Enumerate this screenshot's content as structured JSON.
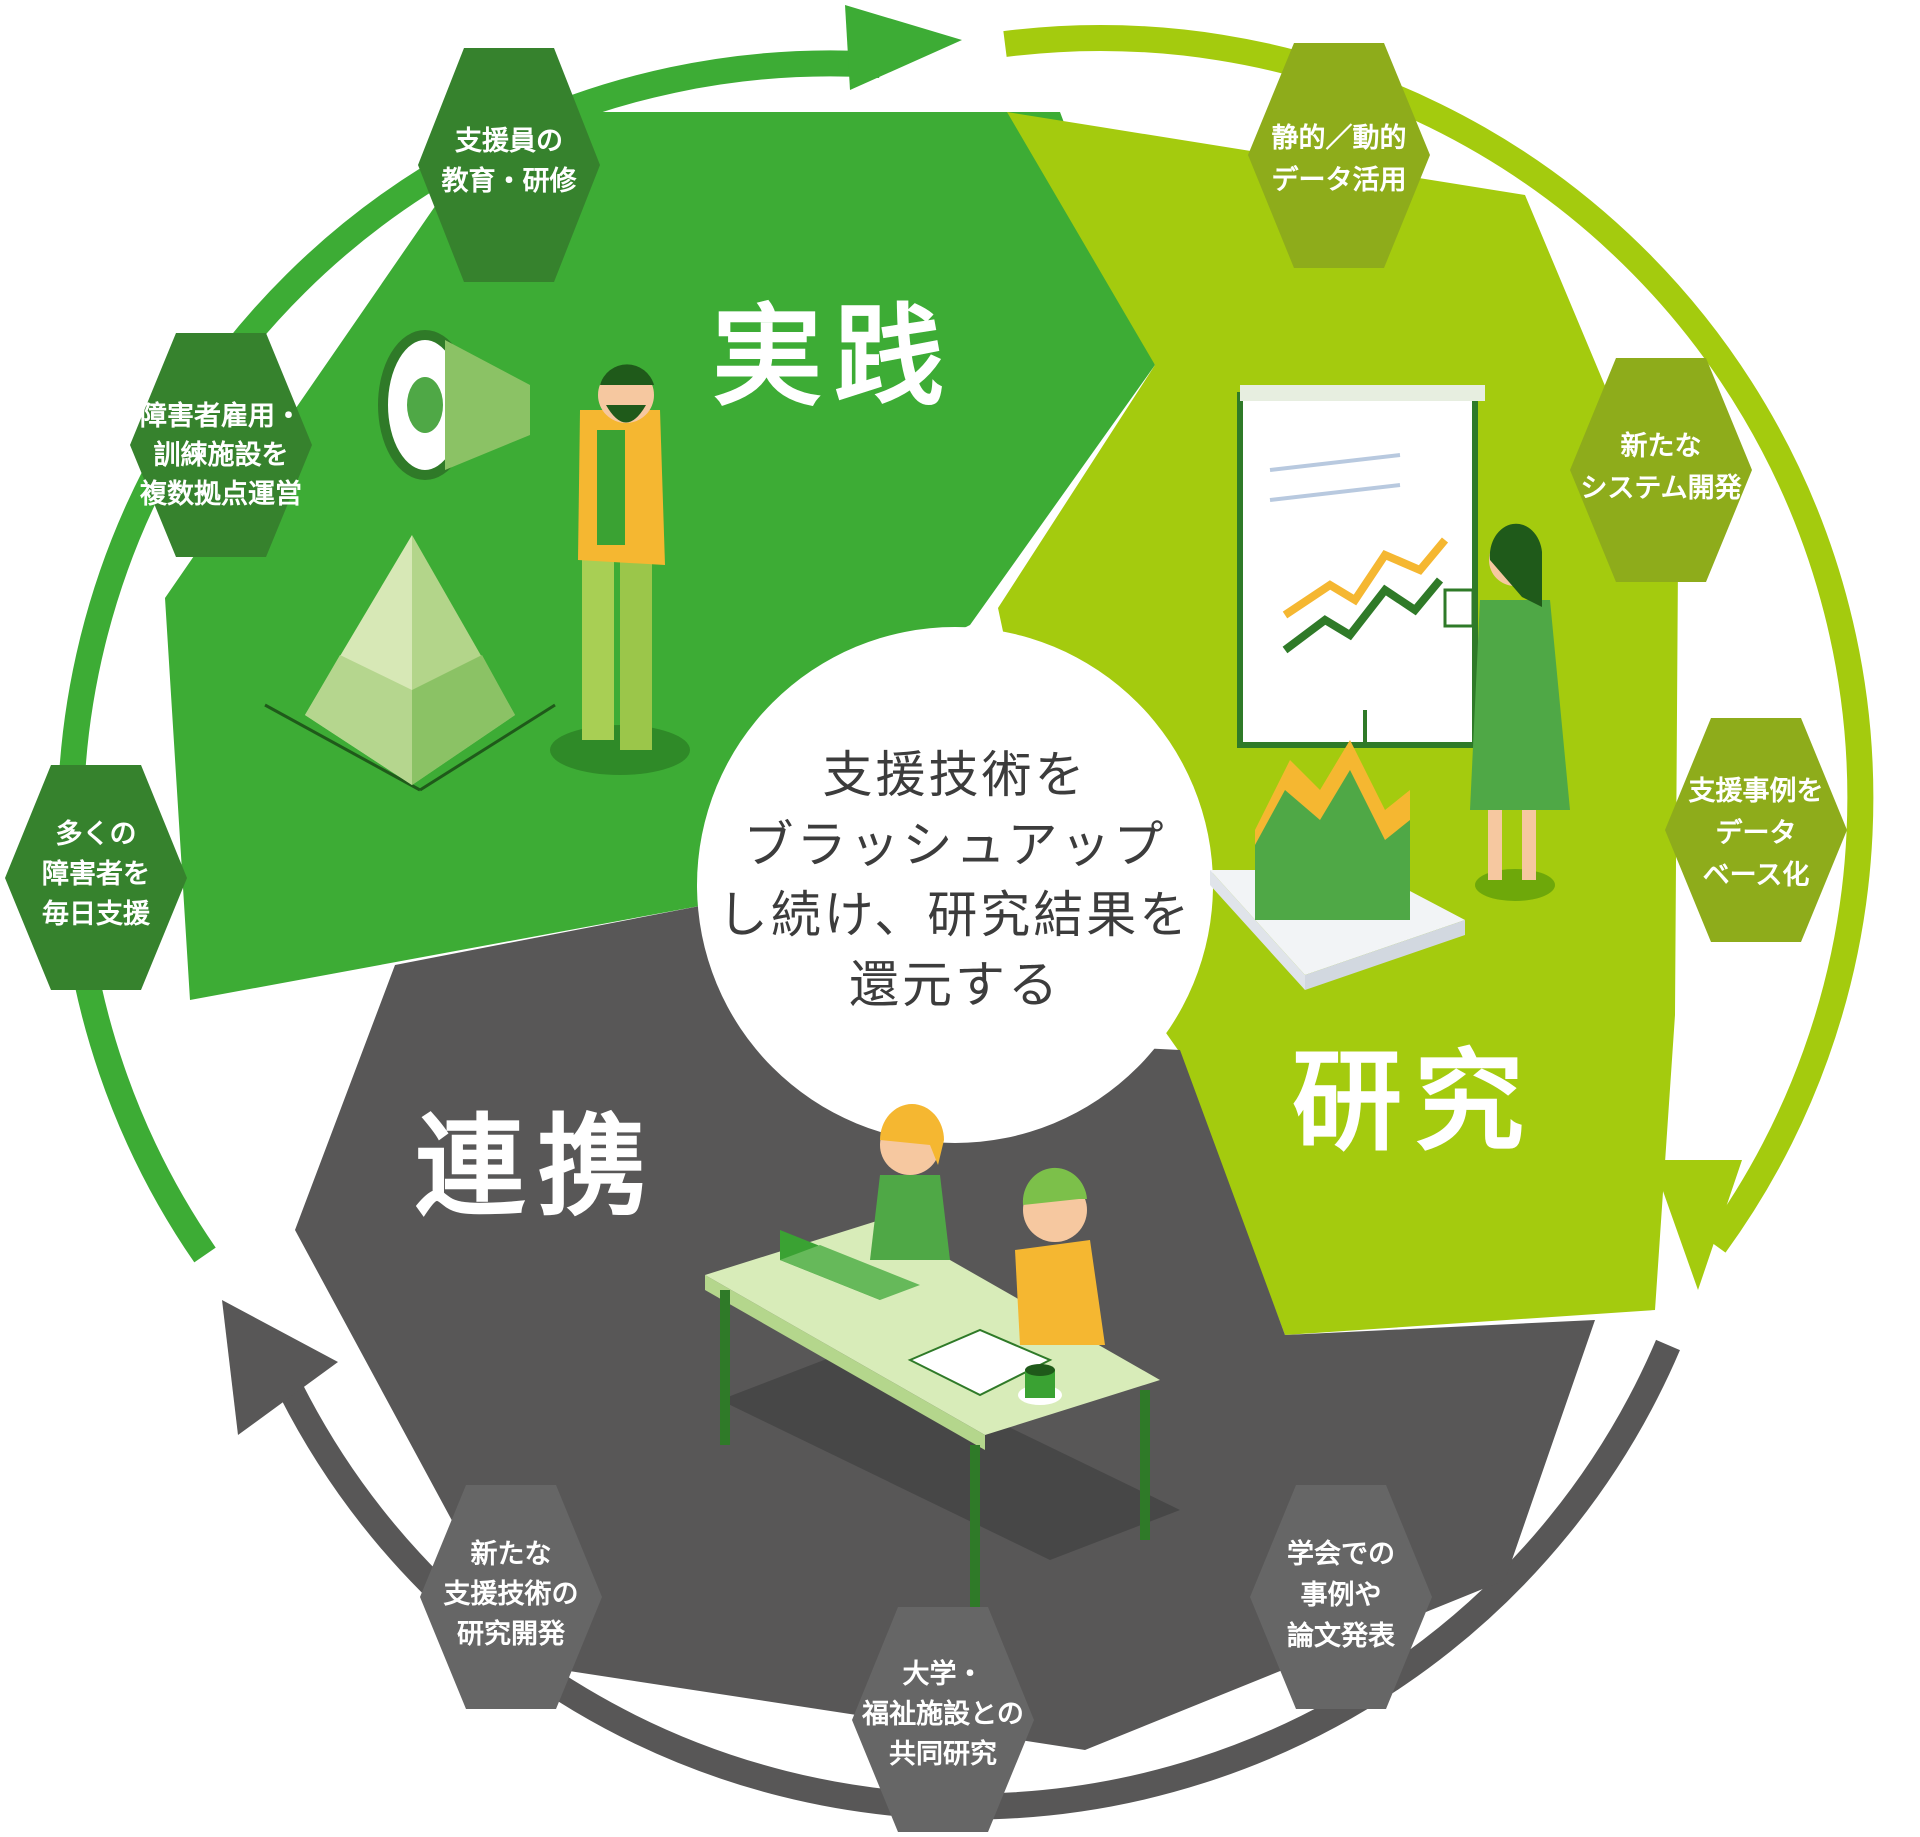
{
  "colors": {
    "practice": "#3dac35",
    "research": "#a4cb0e",
    "collaboration": "#585757",
    "hex_practice": "#36822d",
    "hex_research": "#8eac1b",
    "hex_collaboration": "#666666",
    "center_text": "#3c3c3c"
  },
  "sections": {
    "practice": {
      "label": "実践"
    },
    "research": {
      "label": "研究"
    },
    "collaboration": {
      "label": "連携"
    }
  },
  "center": {
    "lines": [
      "支援技術を",
      "ブラッシュアップ",
      "し続け、研究結果を",
      "還元する"
    ]
  },
  "hexagons": {
    "staff_training": [
      "支援員の",
      "教育・研修"
    ],
    "multi_site": [
      "障害者雇用・",
      "訓練施設を",
      "複数拠点運営"
    ],
    "daily_support": [
      "多くの",
      "障害者を",
      "毎日支援"
    ],
    "data_use": [
      "静的／動的",
      "データ活用"
    ],
    "new_system": [
      "新たな",
      "システム開発"
    ],
    "case_database": [
      "支援事例を",
      "データ",
      "ベース化"
    ],
    "conference": [
      "学会での",
      "事例や",
      "論文発表"
    ],
    "joint_research": [
      "大学・",
      "福祉施設との",
      "共同研究"
    ],
    "new_tech": [
      "新たな",
      "支援技術の",
      "研究開発"
    ]
  },
  "illustrations": {
    "practice": "megaphone-speaker-illustration",
    "research": "presentation-chart-illustration",
    "collaboration": "desk-meeting-illustration"
  }
}
